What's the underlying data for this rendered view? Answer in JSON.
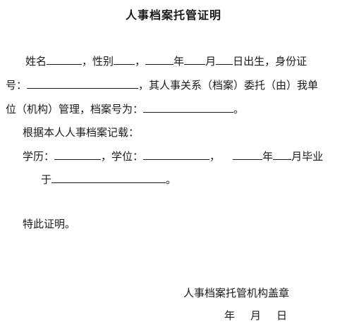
{
  "document": {
    "title": "人事档案托管证明",
    "line1": {
      "name_label": "姓名",
      "gender_sep": "，性别",
      "sep2": "，",
      "year": "年",
      "month": "月",
      "birth": "日出生，身份证"
    },
    "line2": {
      "id_label": "号：",
      "relation_text": "，其人事关系（档案）委托（由）我单"
    },
    "line3": {
      "unit_text": "位（机构）管理，档案号为：",
      "end": "。"
    },
    "line4": {
      "text": "根据本人人事档案记载："
    },
    "line5": {
      "edu_label": "学历：",
      "degree_label": "，学位：",
      "comma": "，",
      "year": "年",
      "month": "月毕业"
    },
    "line6": {
      "at": "于",
      "end": "。"
    },
    "certify": "特此证明。",
    "signature": {
      "org": "人事档案托管机构盖章",
      "year": "年",
      "month": "月",
      "day": "日"
    }
  }
}
